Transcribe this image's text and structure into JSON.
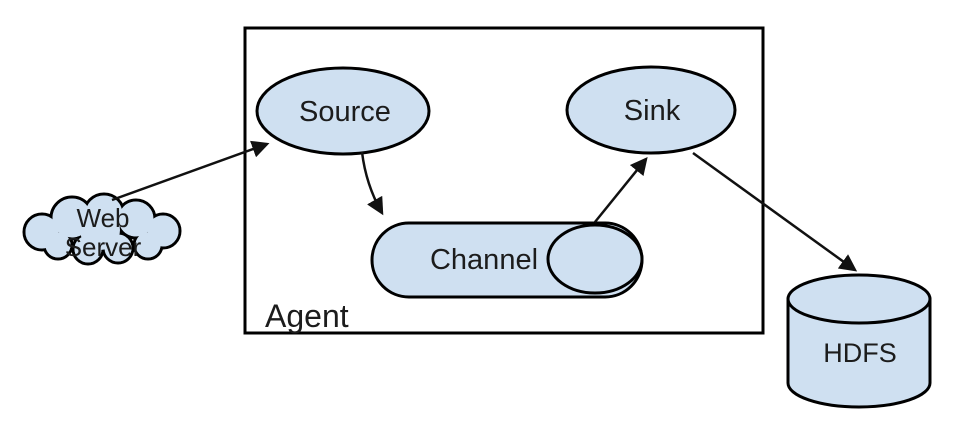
{
  "nodes": {
    "web_server": {
      "label_line1": "Web",
      "label_line2": "Server"
    },
    "agent": {
      "label": "Agent"
    },
    "source": {
      "label": "Source"
    },
    "channel": {
      "label": "Channel"
    },
    "sink": {
      "label": "Sink"
    },
    "hdfs": {
      "label": "HDFS"
    }
  },
  "edges": [
    {
      "from": "web_server",
      "to": "source"
    },
    {
      "from": "source",
      "to": "channel"
    },
    {
      "from": "channel",
      "to": "sink"
    },
    {
      "from": "sink",
      "to": "hdfs"
    }
  ],
  "colors": {
    "node_fill": "#cfe0f1",
    "outline": "#000000",
    "line": "#111111",
    "label": "#1c1c1c",
    "background": "#ffffff"
  }
}
